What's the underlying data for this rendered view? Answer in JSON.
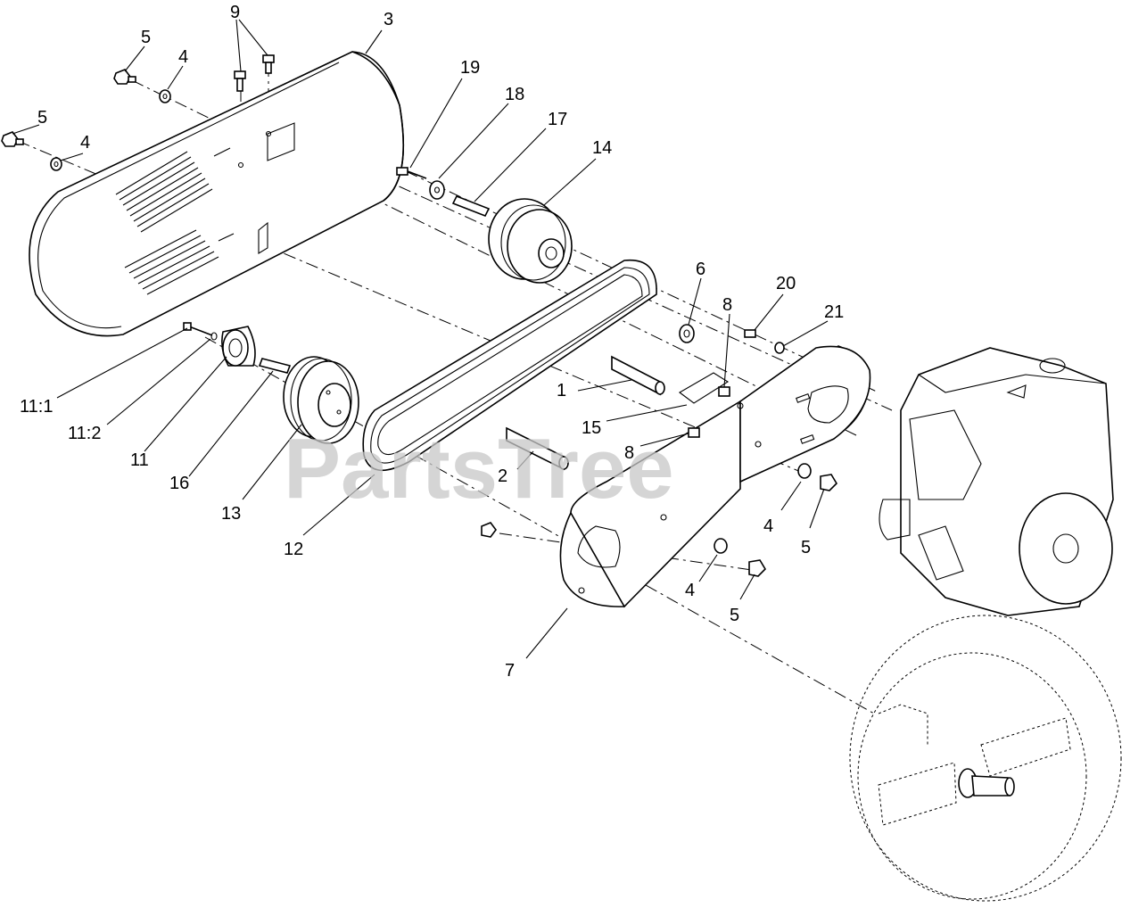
{
  "watermark": "PartsTree",
  "callouts": [
    "1",
    "2",
    "3",
    "4",
    "4",
    "4",
    "4",
    "5",
    "5",
    "5",
    "5",
    "6",
    "7",
    "8",
    "8",
    "9",
    "11",
    "11:1",
    "11:2",
    "12",
    "13",
    "14",
    "15",
    "16",
    "17",
    "18",
    "19",
    "20",
    "21"
  ]
}
